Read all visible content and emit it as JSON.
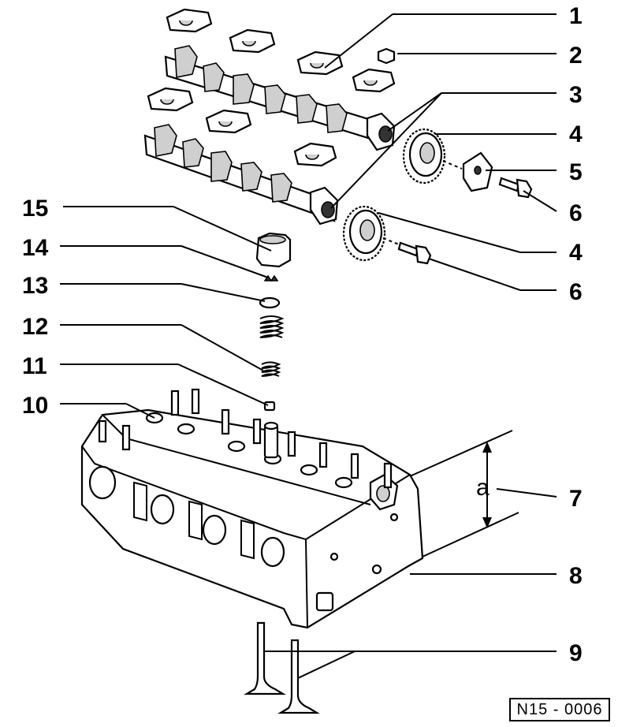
{
  "callouts": {
    "c1": "1",
    "c2": "2",
    "c3": "3",
    "c4a": "4",
    "c5": "5",
    "c6a": "6",
    "c4b": "4",
    "c6b": "6",
    "c7": "7",
    "c8": "8",
    "c9": "9",
    "c10": "10",
    "c11": "11",
    "c12": "12",
    "c13": "13",
    "c14": "14",
    "c15": "15"
  },
  "dimension_label": "a",
  "reference_code": "N15 - 0006"
}
